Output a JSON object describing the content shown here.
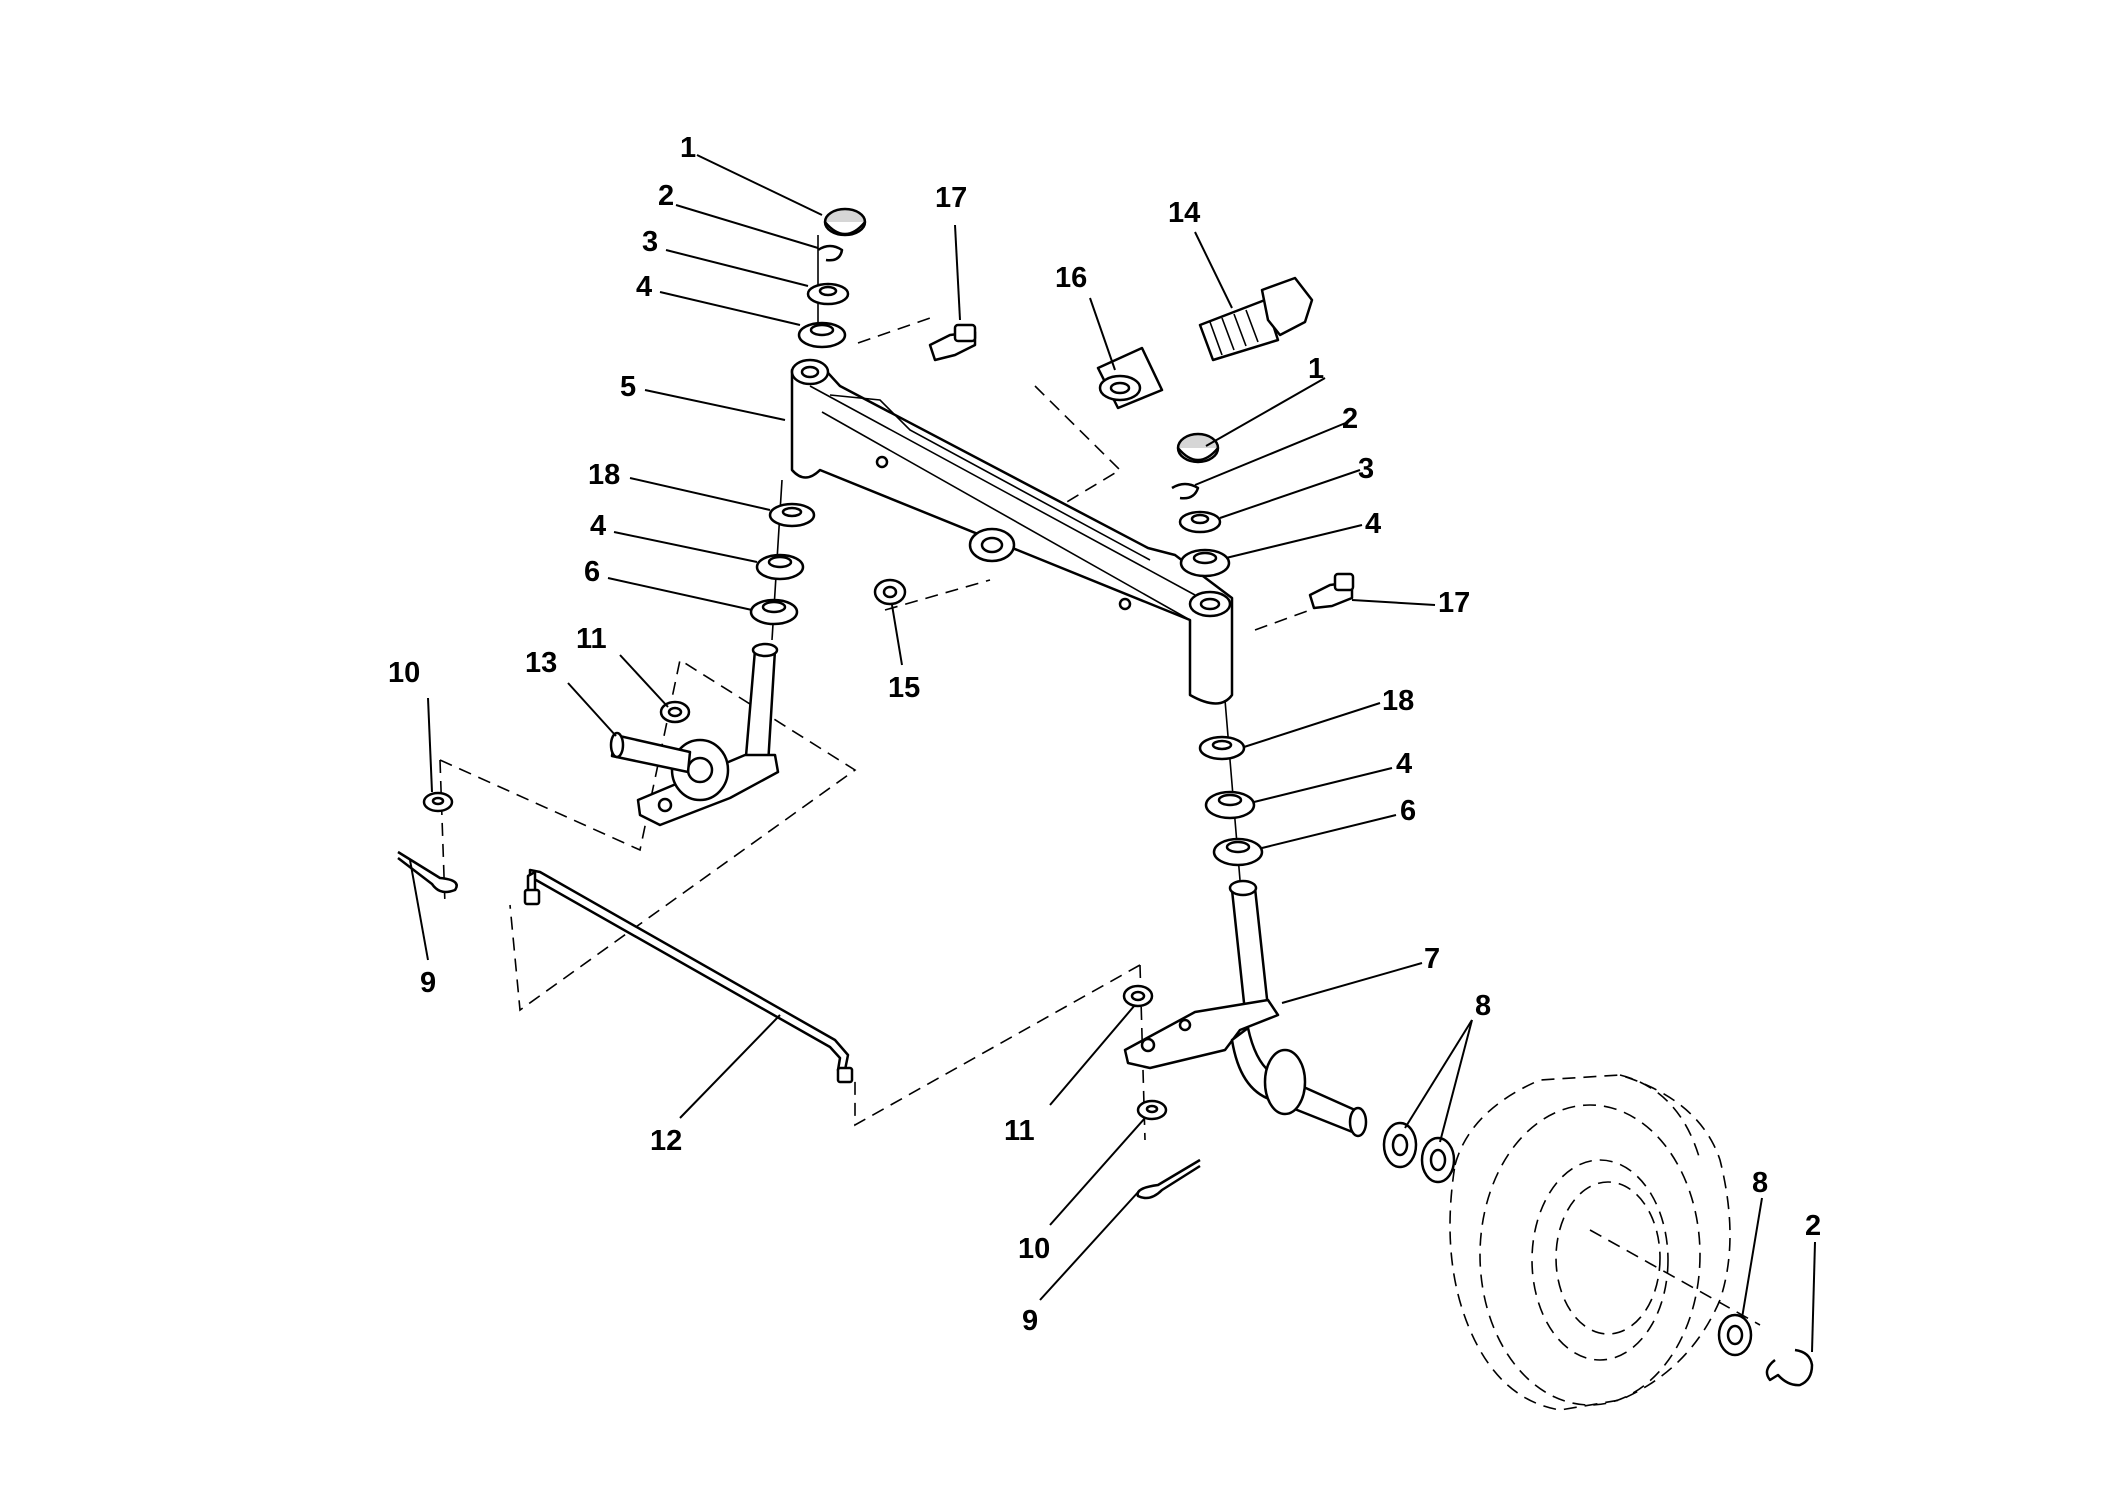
{
  "diagram": {
    "callouts": [
      {
        "id": "c1a",
        "text": "1"
      },
      {
        "id": "c2a",
        "text": "2"
      },
      {
        "id": "c3a",
        "text": "3"
      },
      {
        "id": "c4a",
        "text": "4"
      },
      {
        "id": "c5",
        "text": "5"
      },
      {
        "id": "c18a",
        "text": "18"
      },
      {
        "id": "c4b",
        "text": "4"
      },
      {
        "id": "c6a",
        "text": "6"
      },
      {
        "id": "c10a",
        "text": "10"
      },
      {
        "id": "c13",
        "text": "13"
      },
      {
        "id": "c11a",
        "text": "11"
      },
      {
        "id": "c9a",
        "text": "9"
      },
      {
        "id": "c17a",
        "text": "17"
      },
      {
        "id": "c16",
        "text": "16"
      },
      {
        "id": "c14",
        "text": "14"
      },
      {
        "id": "c15",
        "text": "15"
      },
      {
        "id": "c1b",
        "text": "1"
      },
      {
        "id": "c2b",
        "text": "2"
      },
      {
        "id": "c3b",
        "text": "3"
      },
      {
        "id": "c4c",
        "text": "4"
      },
      {
        "id": "c17b",
        "text": "17"
      },
      {
        "id": "c18b",
        "text": "18"
      },
      {
        "id": "c4d",
        "text": "4"
      },
      {
        "id": "c6b",
        "text": "6"
      },
      {
        "id": "c7",
        "text": "7"
      },
      {
        "id": "c8a",
        "text": "8"
      },
      {
        "id": "c12",
        "text": "12"
      },
      {
        "id": "c11b",
        "text": "11"
      },
      {
        "id": "c10b",
        "text": "10"
      },
      {
        "id": "c9b",
        "text": "9"
      },
      {
        "id": "c8b",
        "text": "8"
      },
      {
        "id": "c2c",
        "text": "2"
      }
    ]
  }
}
